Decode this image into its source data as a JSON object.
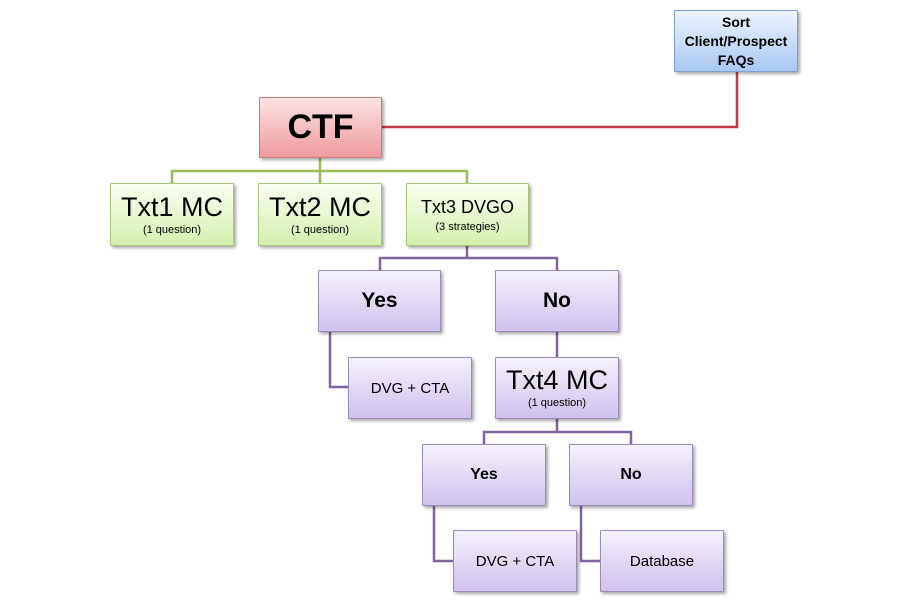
{
  "colors": {
    "red_connector": "#c0394b",
    "green_connector": "#9bbb59",
    "purple_connector": "#8064a2"
  },
  "nodes": {
    "sort_faqs": {
      "line1": "Sort",
      "line2": "Client/Prospect",
      "line3": "FAQs"
    },
    "ctf": {
      "label": "CTF"
    },
    "txt1": {
      "label": "Txt1 MC",
      "sub": "(1 question)"
    },
    "txt2": {
      "label": "Txt2 MC",
      "sub": "(1 question)"
    },
    "txt3": {
      "label": "Txt3 DVGO",
      "sub": "(3 strategies)"
    },
    "yes1": {
      "label": "Yes"
    },
    "no1": {
      "label": "No"
    },
    "dvg_cta1": {
      "label": "DVG + CTA"
    },
    "txt4": {
      "label": "Txt4 MC",
      "sub": "(1 question)"
    },
    "yes2": {
      "label": "Yes"
    },
    "no2": {
      "label": "No"
    },
    "dvg_cta2": {
      "label": "DVG + CTA"
    },
    "database": {
      "label": "Database"
    }
  }
}
